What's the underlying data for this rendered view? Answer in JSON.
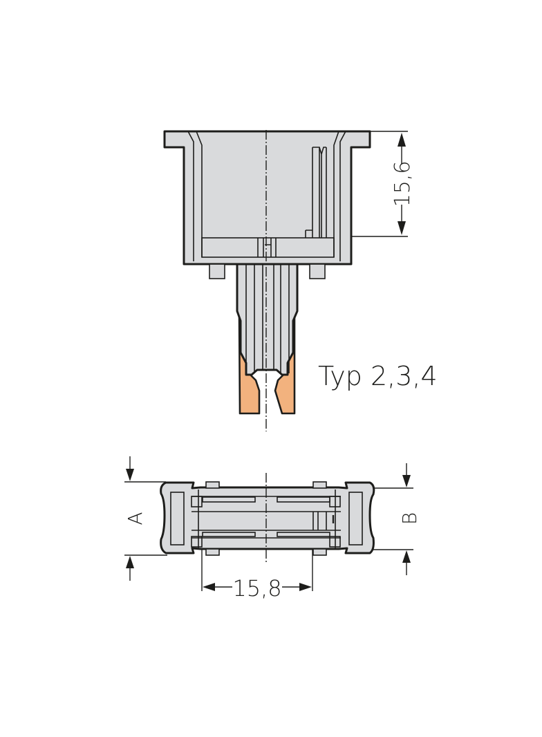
{
  "diagram": {
    "type": "technical-drawing",
    "subject": "connector header, side view and top view",
    "colors": {
      "housing": "#d9dadc",
      "contact": "#f2b27e",
      "outline": "#1d1d1b",
      "background": "#ffffff"
    },
    "side_view": {
      "type_label": "Typ 2,3,4",
      "height_dimension": "15,6"
    },
    "top_view": {
      "width_dimension": "15,8",
      "label_left": "A",
      "label_right": "B"
    }
  }
}
